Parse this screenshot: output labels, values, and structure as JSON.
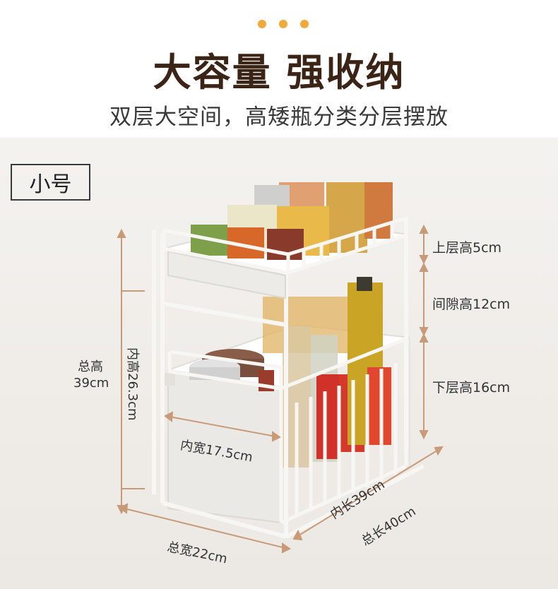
{
  "header": {
    "dots": [
      "#f2a93b",
      "#f2a93b",
      "#f2a93b"
    ],
    "title": "大容量 强收纳",
    "subtitle": "双层大空间，高矮瓶分类分层摆放"
  },
  "size_tag": "小号",
  "dimensions": {
    "top_layer_height": "上层高5cm",
    "gap_height": "间隙高12cm",
    "bottom_layer_height": "下层高16cm",
    "total_height_label": "总高",
    "total_height_value": "39cm",
    "inner_height": "内高26.3cm",
    "inner_width": "内宽17.5cm",
    "total_width": "总宽22cm",
    "inner_length": "内长39cm",
    "total_length": "总长40cm"
  },
  "colors": {
    "accent": "#f2a93b",
    "measure_line": "#c89a78",
    "title": "#3b2416",
    "rack": "#f7f6f3"
  }
}
